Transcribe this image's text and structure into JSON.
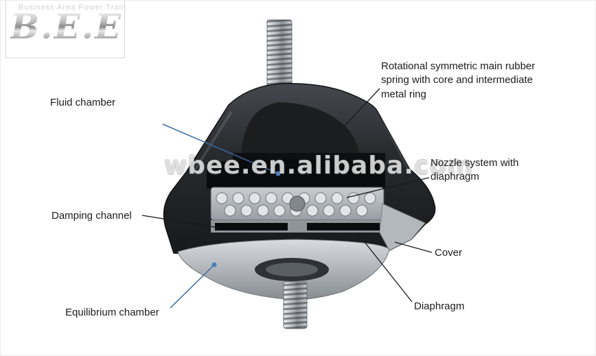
{
  "header": {
    "tagline": "Business  Area  Power  Train",
    "logo": "B.E.E"
  },
  "watermark": "wbee.en.alibaba.com",
  "colors": {
    "leader_black": "#1a1a1a",
    "leader_blue": "#3b6aa0",
    "rubber_dark": "#26292c",
    "metal_light": "#c9cdd1"
  },
  "labels": {
    "fluid_chamber": "Fluid chamber",
    "main_spring": "Rotational symmetric main rubber spring with core and intermediate metal ring",
    "nozzle": "Nozzle system with diaphragm",
    "damping": "Damping channel",
    "cover": "Cover",
    "diaphragm": "Diaphragm",
    "equilibrium": "Equilibrium chamber"
  }
}
